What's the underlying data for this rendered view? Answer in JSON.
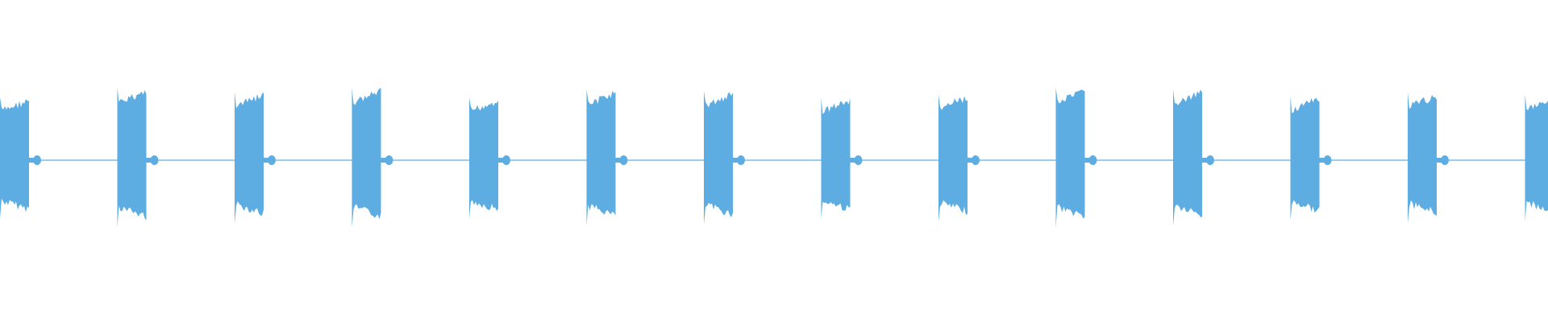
{
  "waveform": {
    "color": "#5dade2",
    "background": "#ffffff",
    "burst_count": 14,
    "pattern": "periodic-bursts",
    "burst_amplitude_levels": [
      0.78,
      0.9,
      0.85,
      0.9,
      0.78,
      0.88,
      0.86,
      0.78,
      0.82,
      0.9,
      0.88,
      0.8,
      0.84,
      0.82
    ]
  }
}
